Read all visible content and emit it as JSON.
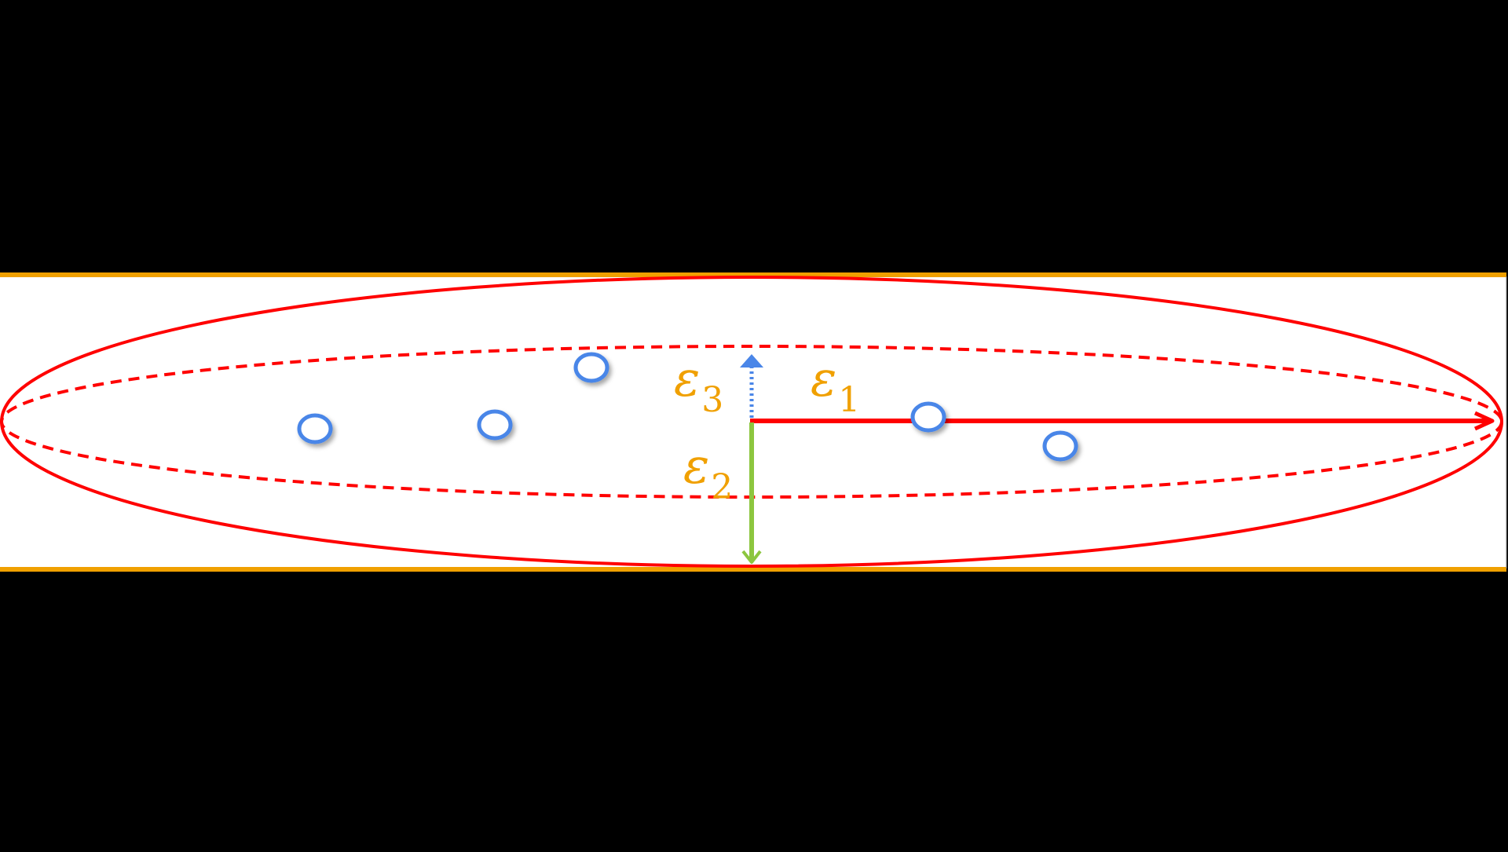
{
  "colors": {
    "background": "#000000",
    "slab": "#ffffff",
    "slab_border": "#f0a000",
    "ellipsoid": "#ff0000",
    "epsilon_1_arrow": "#ff0000",
    "epsilon_2_arrow": "#8cc63f",
    "epsilon_3_arrow": "#4a86e8",
    "points": "#4a86e8",
    "labels": "#f0a000"
  },
  "labels": {
    "e1": {
      "symbol": "ε",
      "subscript": "1"
    },
    "e2": {
      "symbol": "ε",
      "subscript": "2"
    },
    "e3": {
      "symbol": "ε",
      "subscript": "3"
    }
  },
  "icons": {
    "epsilon_1_arrow": "solid-arrow-right",
    "epsilon_2_arrow": "solid-arrow-down",
    "epsilon_3_arrow": "dotted-arrow-up",
    "points": "open-circle"
  }
}
